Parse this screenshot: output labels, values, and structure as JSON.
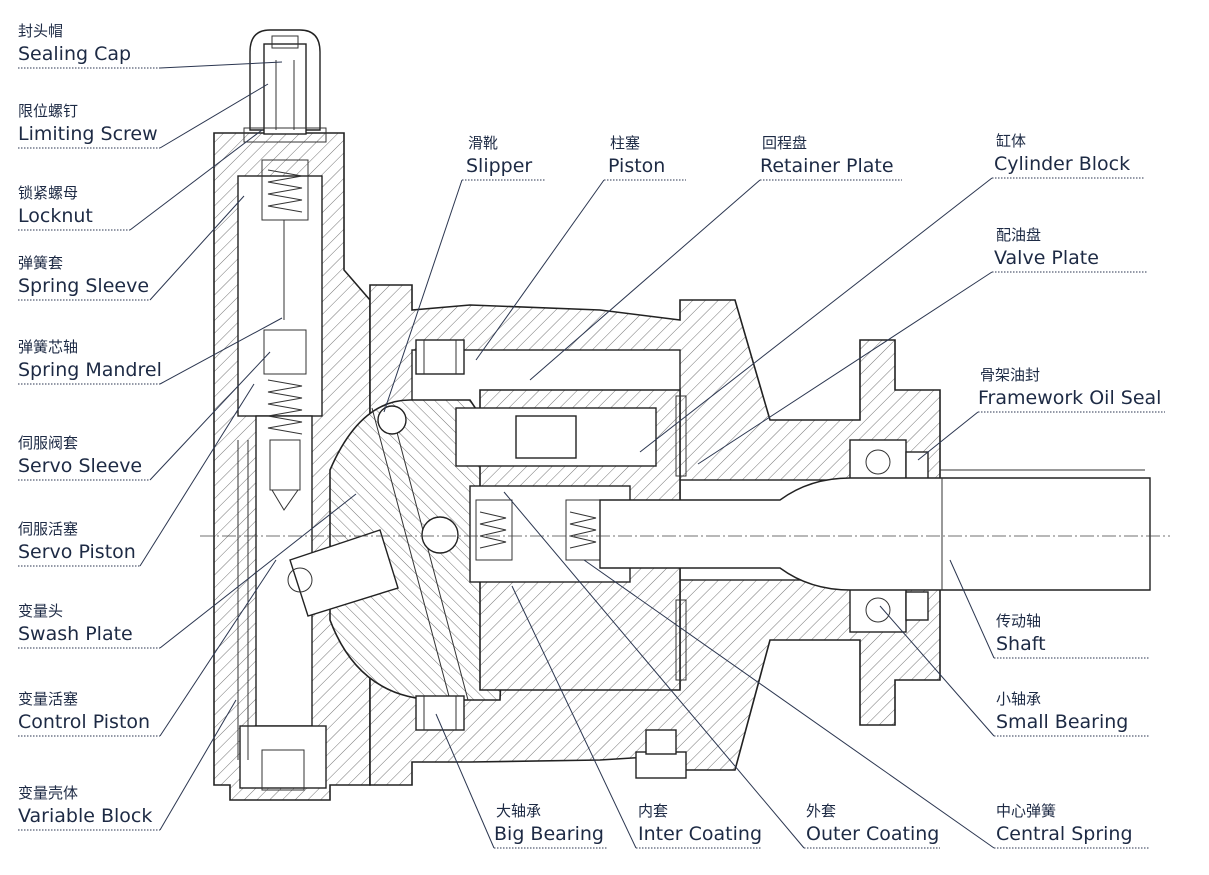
{
  "labels": {
    "sealing_cap": {
      "zh": "封头帽",
      "en": "Sealing Cap"
    },
    "limiting_screw": {
      "zh": "限位螺钉",
      "en": "Limiting Screw"
    },
    "locknut": {
      "zh": "锁紧螺母",
      "en": "Locknut"
    },
    "spring_sleeve": {
      "zh": "弹簧套",
      "en": "Spring Sleeve"
    },
    "spring_mandrel": {
      "zh": "弹簧芯轴",
      "en": "Spring Mandrel"
    },
    "servo_sleeve": {
      "zh": "伺服阀套",
      "en": "Servo Sleeve"
    },
    "servo_piston": {
      "zh": "伺服活塞",
      "en": "Servo Piston"
    },
    "swash_plate": {
      "zh": "变量头",
      "en": "Swash Plate"
    },
    "control_piston": {
      "zh": "变量活塞",
      "en": "Control Piston"
    },
    "variable_block": {
      "zh": "变量壳体",
      "en": "Variable Block"
    },
    "slipper": {
      "zh": "滑靴",
      "en": "Slipper"
    },
    "piston": {
      "zh": "柱塞",
      "en": "Piston"
    },
    "retainer_plate": {
      "zh": "回程盘",
      "en": "Retainer Plate"
    },
    "cylinder_block": {
      "zh": "缸体",
      "en": "Cylinder Block"
    },
    "valve_plate": {
      "zh": "配油盘",
      "en": "Valve Plate"
    },
    "framework_oil_seal": {
      "zh": "骨架油封",
      "en": "Framework Oil Seal"
    },
    "shaft": {
      "zh": "传动轴",
      "en": "Shaft"
    },
    "small_bearing": {
      "zh": "小轴承",
      "en": "Small Bearing"
    },
    "central_spring": {
      "zh": "中心弹簧",
      "en": "Central Spring"
    },
    "outer_coating": {
      "zh": "外套",
      "en": "Outer Coating"
    },
    "inter_coating": {
      "zh": "内套",
      "en": "Inter Coating"
    },
    "big_bearing": {
      "zh": "大轴承",
      "en": "Big Bearing"
    }
  },
  "colors": {
    "ink": "#1d2a44",
    "line": "#222222",
    "hatch": "#555555",
    "background": "#ffffff"
  }
}
